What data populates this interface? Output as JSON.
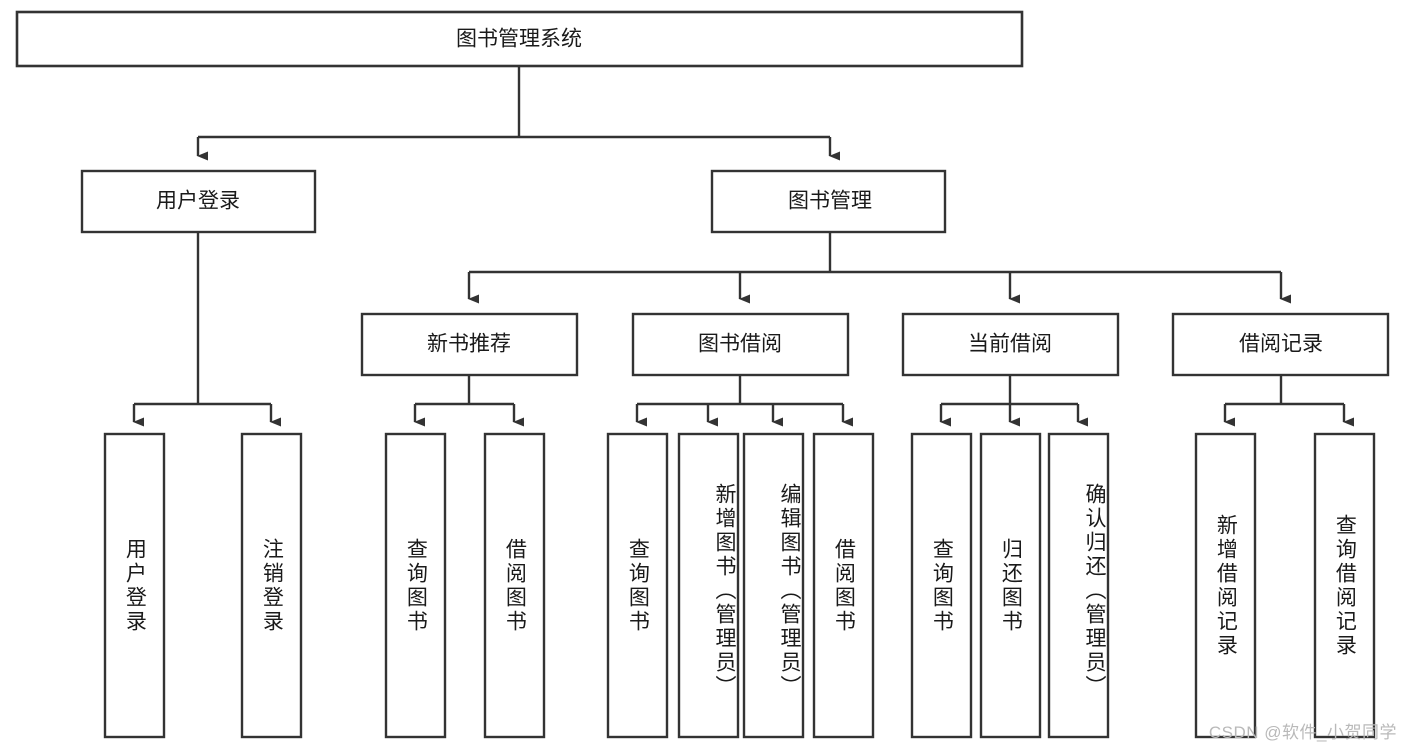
{
  "diagram": {
    "type": "tree-hierarchy",
    "title": "图书管理系统",
    "watermark": "CSDN @软件_小贺同学",
    "colors": {
      "box_fill": "#ffffff",
      "box_stroke": "#333333",
      "text": "#1a1a1a",
      "watermark": "#b9b9b9",
      "background": "#ffffff"
    },
    "levels": {
      "root": {
        "label": "图书管理系统"
      },
      "level2": [
        {
          "label": "用户登录"
        },
        {
          "label": "图书管理"
        }
      ],
      "level3": [
        {
          "label": "新书推荐"
        },
        {
          "label": "图书借阅"
        },
        {
          "label": "当前借阅"
        },
        {
          "label": "借阅记录"
        }
      ],
      "leaves": [
        {
          "label": "用户登录",
          "parent": "用户登录"
        },
        {
          "label": "注销登录",
          "parent": "用户登录"
        },
        {
          "label": "查询图书",
          "parent": "新书推荐"
        },
        {
          "label": "借阅图书",
          "parent": "新书推荐"
        },
        {
          "label": "查询图书",
          "parent": "图书借阅"
        },
        {
          "label": "新增图书（管理员）",
          "parent": "图书借阅"
        },
        {
          "label": "编辑图书（管理员）",
          "parent": "图书借阅"
        },
        {
          "label": "借阅图书",
          "parent": "图书借阅"
        },
        {
          "label": "查询图书",
          "parent": "当前借阅"
        },
        {
          "label": "归还图书",
          "parent": "当前借阅"
        },
        {
          "label": "确认归还（管理员）",
          "parent": "当前借阅"
        },
        {
          "label": "新增借阅记录",
          "parent": "借阅记录"
        },
        {
          "label": "查询借阅记录",
          "parent": "借阅记录"
        }
      ]
    }
  }
}
